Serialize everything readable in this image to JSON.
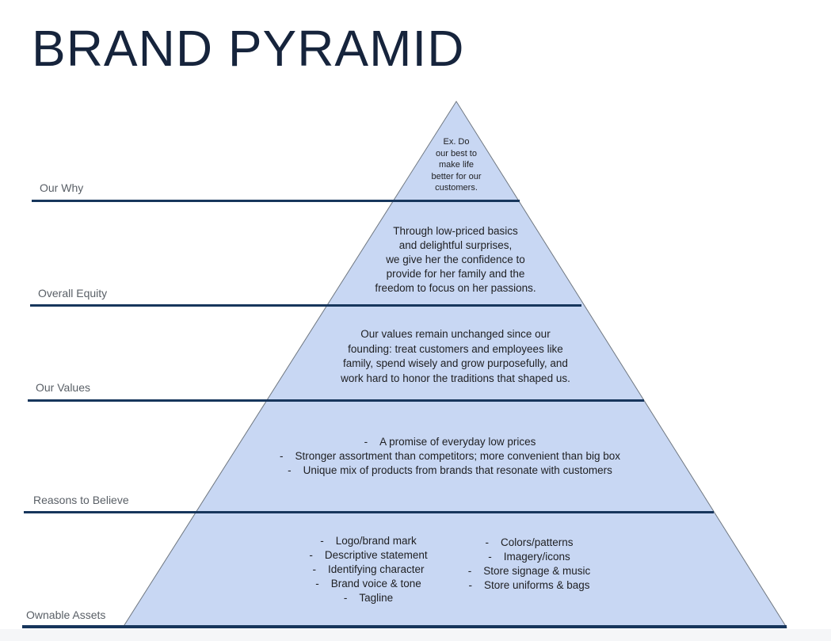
{
  "title": "BRAND PYRAMID",
  "colors": {
    "title": "#16243c",
    "tier_label": "#595f66",
    "divider_line": "#17365c",
    "pyramid_fill": "#c8d7f3",
    "pyramid_border": "#6f7780",
    "body_text": "#202124",
    "footer_strip": "#f5f6f8"
  },
  "tiers": [
    {
      "label": "Our Why",
      "lines": [
        "Ex. Do",
        "our best to",
        "make life",
        "better for our",
        "customers."
      ]
    },
    {
      "label": "Overall Equity",
      "lines": [
        "Through low-priced basics",
        "and delightful surprises,",
        "we give her the confidence to",
        "provide for her family and the",
        "freedom to focus on her passions."
      ]
    },
    {
      "label": "Our Values",
      "lines": [
        "Our values remain unchanged since our",
        "founding: treat customers and employees like",
        "family, spend wisely and grow purposefully, and",
        "work hard to honor the traditions that shaped us."
      ]
    },
    {
      "label": "Reasons to Believe",
      "lines": [
        "-    A promise of everyday low prices",
        "-    Stronger assortment than competitors; more convenient than big box",
        "-    Unique mix of products from brands that resonate with customers"
      ]
    },
    {
      "label": "Ownable Assets",
      "left_column": [
        "-    Logo/brand mark",
        "-    Descriptive statement",
        "-    Identifying character",
        "-    Brand voice & tone",
        "-    Tagline"
      ],
      "right_column": [
        "-    Colors/patterns",
        "-    Imagery/icons",
        "-    Store signage & music",
        "-    Store uniforms & bags"
      ]
    }
  ]
}
